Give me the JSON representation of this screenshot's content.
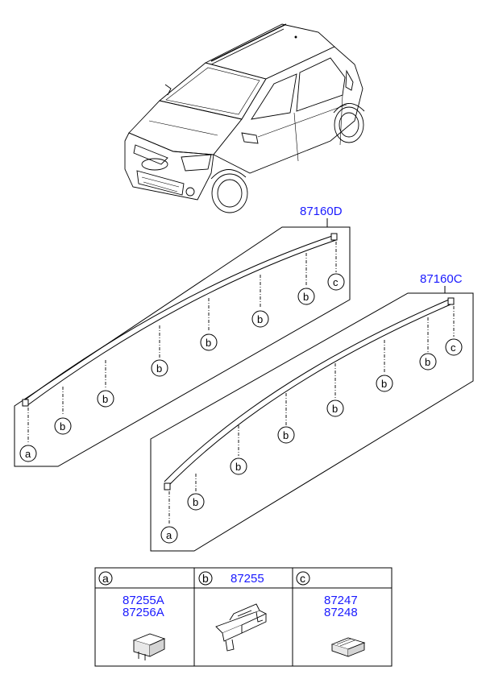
{
  "parts": {
    "upper_rail": "87160D",
    "lower_rail": "87160C"
  },
  "callouts": {
    "a": "a",
    "b": "b",
    "c": "c"
  },
  "legend": {
    "col_a": {
      "letter": "a",
      "parts": [
        "87255A",
        "87256A"
      ]
    },
    "col_b": {
      "letter": "b",
      "parts": [
        "87255"
      ]
    },
    "col_c": {
      "letter": "c",
      "parts": [
        "87247",
        "87248"
      ]
    }
  },
  "colors": {
    "part_number": "#1a1aff",
    "line": "#000000"
  }
}
